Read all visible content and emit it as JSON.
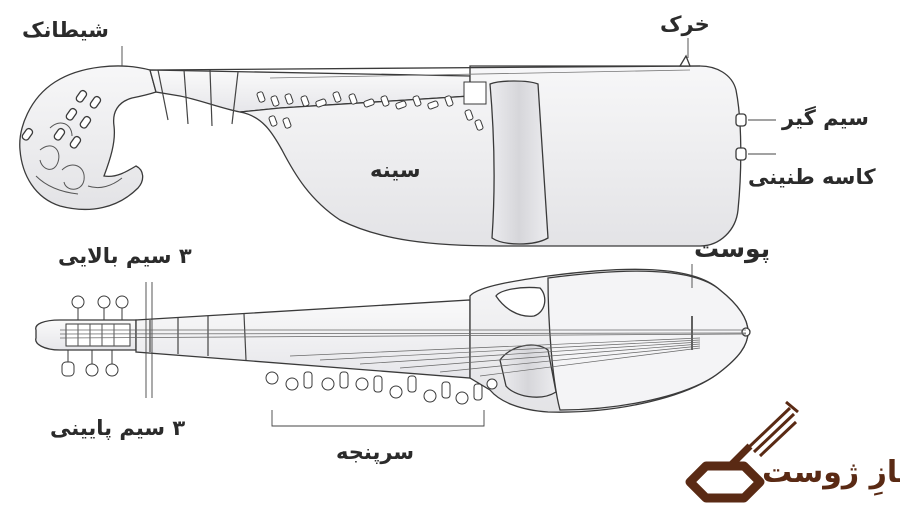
{
  "labels": {
    "sheitanak": "شیطانک",
    "kharak": "خرک",
    "sim_gir": "سیم گیر",
    "kase_tanini": "کاسه طنینی",
    "sine": "سینه",
    "poost": "پوست",
    "upper_strings": "۳ سیم بالایی",
    "lower_strings": "۳ سیم پایینی",
    "sarpanje": "سرپنجه"
  },
  "logo": {
    "text": "سازِ ژوست"
  },
  "colors": {
    "outline": "#3a3a3a",
    "body_fill": "#f1f1f3",
    "body_shade": "#dedee2",
    "logo_brown": "#5a2a14"
  }
}
